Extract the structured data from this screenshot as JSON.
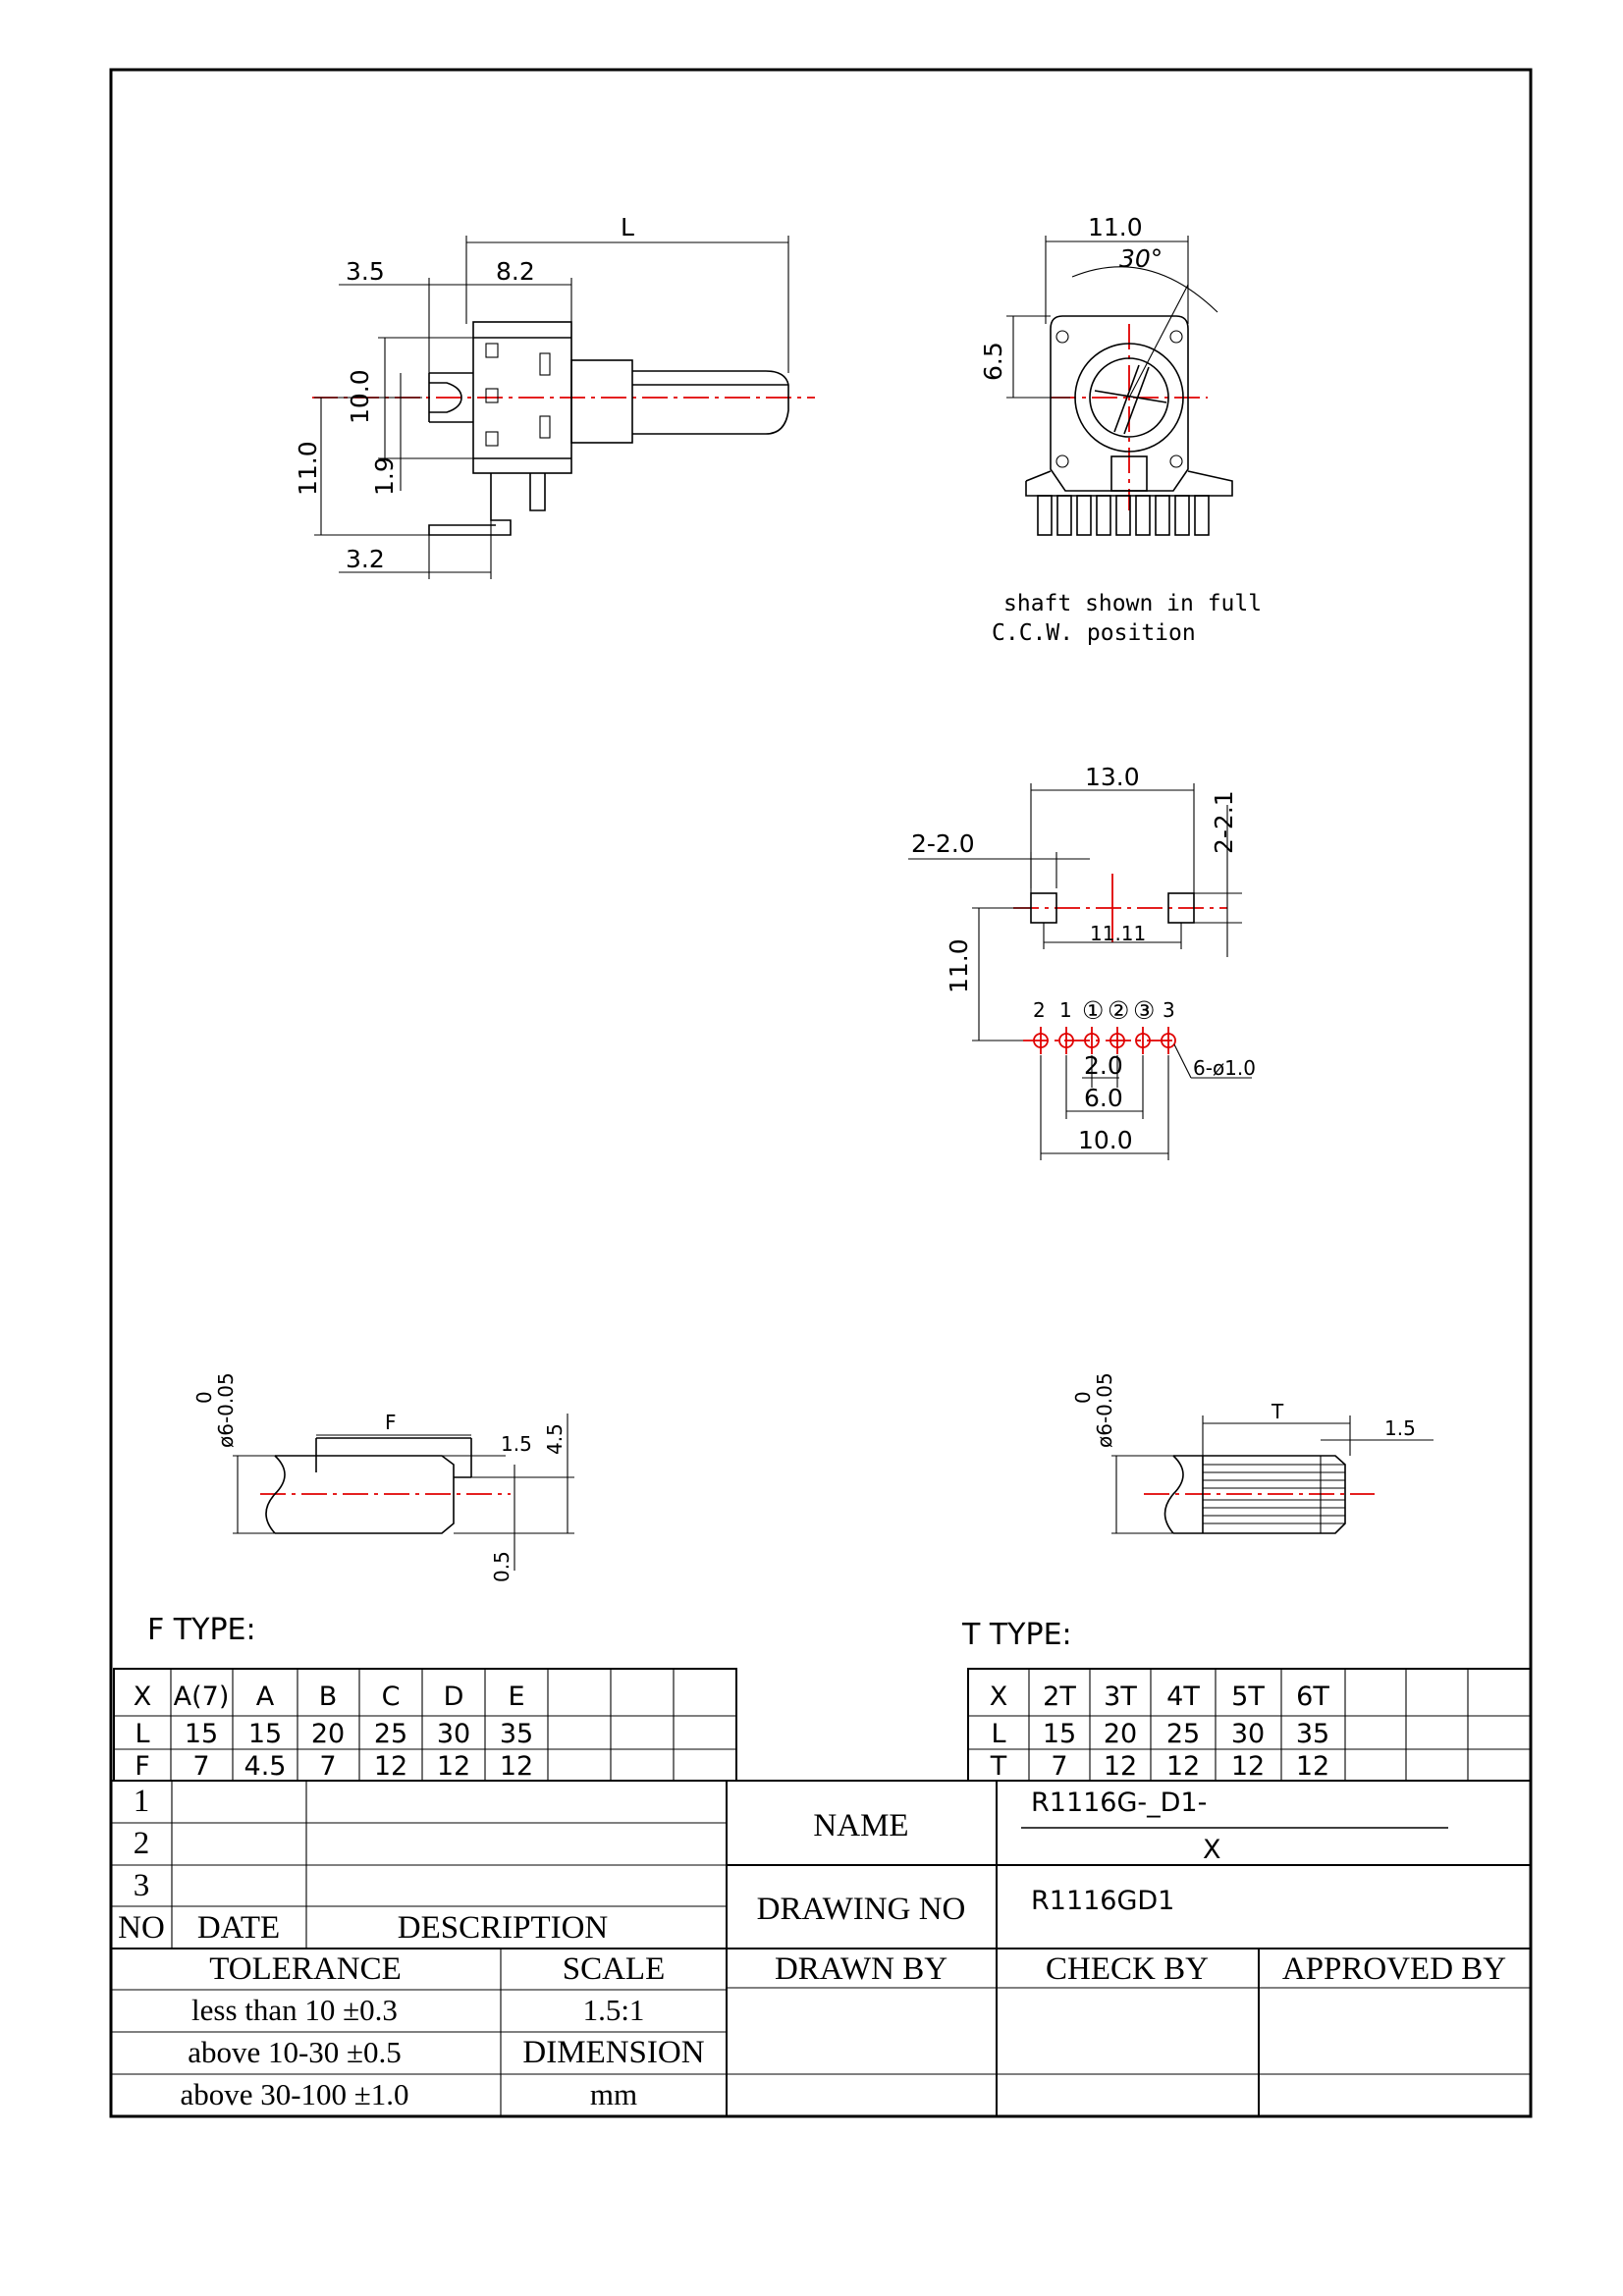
{
  "side_view": {
    "dim_L": "L",
    "dim_8_2": "8.2",
    "dim_3_5": "3.5",
    "dim_10_0": "10.0",
    "dim_11_0": "11.0",
    "dim_1_9": "1.9",
    "dim_3_2": "3.2"
  },
  "front_view": {
    "dim_11_0": "11.0",
    "dim_30deg": "30°",
    "dim_6_5": "6.5",
    "note_line1": "shaft shown in full",
    "note_line2": "C.C.W. position"
  },
  "footprint": {
    "dim_13_0": "13.0",
    "dim_2_2_0": "2-2.0",
    "dim_2_2_1": "2-2.1",
    "dim_11_11": "11.11",
    "dim_11_0": "11.0",
    "pin_labels": [
      "2",
      "1",
      "①",
      "②",
      "③",
      "3"
    ],
    "hole_callout": "6-ø1.0",
    "dim_2_0": "2.0",
    "dim_6_0": "6.0",
    "dim_10_0": "10.0"
  },
  "f_shaft": {
    "tol_upper": "0",
    "tol_dia": "ø6-0.05",
    "dim_F": "F",
    "dim_1_5": "1.5",
    "dim_4_5": "4.5",
    "dim_0_5": "0.5"
  },
  "t_shaft": {
    "tol_upper": "0",
    "tol_dia": "ø6-0.05",
    "dim_T": "T",
    "dim_1_5": "1.5"
  },
  "f_type": {
    "title": "F TYPE:",
    "rows": [
      [
        "X",
        "A(7)",
        "A",
        "B",
        "C",
        "D",
        "E",
        "",
        "",
        ""
      ],
      [
        "L",
        "15",
        "15",
        "20",
        "25",
        "30",
        "35",
        "",
        "",
        ""
      ],
      [
        "F",
        "7",
        "4.5",
        "7",
        "12",
        "12",
        "12",
        "",
        "",
        ""
      ]
    ]
  },
  "t_type": {
    "title": "T TYPE:",
    "rows": [
      [
        "X",
        "2T",
        "3T",
        "4T",
        "5T",
        "6T",
        "",
        "",
        ""
      ],
      [
        "L",
        "15",
        "20",
        "25",
        "30",
        "35",
        "",
        "",
        ""
      ],
      [
        "T",
        "7",
        "12",
        "12",
        "12",
        "12",
        "",
        "",
        ""
      ]
    ]
  },
  "title_block": {
    "revisions": [
      "1",
      "2",
      "3"
    ],
    "no_label": "NO",
    "date_label": "DATE",
    "description_label": "DESCRIPTION",
    "name_label": "NAME",
    "name_value_line1": "R1116G-_D1-",
    "name_value_line2": "X",
    "drawing_no_label": "DRAWING NO",
    "drawing_no_value": "R1116GD1",
    "tolerance_label": "TOLERANCE",
    "scale_label": "SCALE",
    "scale_value": "1.5:1",
    "dimension_label": "DIMENSION",
    "dimension_value": "mm",
    "tolerances": [
      "less than  10  ±0.3",
      "above 10-30 ±0.5",
      "above 30-100 ±1.0"
    ],
    "drawn_by_label": "DRAWN BY",
    "check_by_label": "CHECK BY",
    "approved_by_label": "APPROVED BY"
  }
}
